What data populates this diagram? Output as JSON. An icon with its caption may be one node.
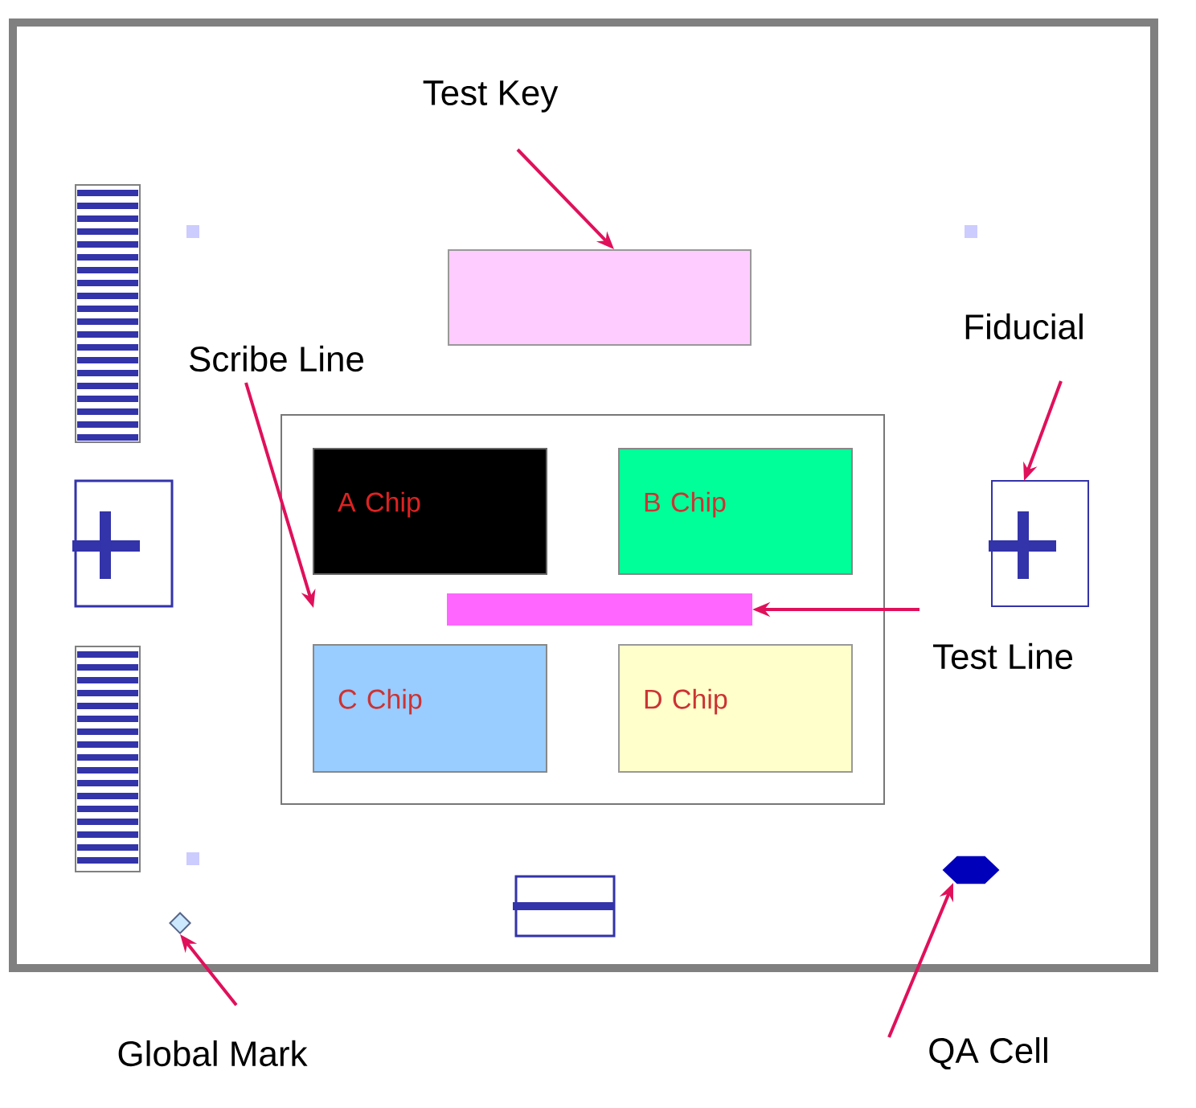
{
  "diagram": {
    "nodes": [
      {
        "text": [
          "Test Key"
        ]
      },
      {
        "text": [],
        "shape": "box"
      },
      {
        "text": [
          "Scribe Line"
        ]
      },
      {
        "text": [],
        "shape": "box"
      },
      {
        "text": [
          "A Chip"
        ],
        "in": 3
      },
      {
        "text": [
          "B Chip"
        ],
        "in": 3
      },
      {
        "text": [
          "C Chip"
        ],
        "in": 3
      },
      {
        "text": [
          "D Chip"
        ],
        "in": 3
      },
      {
        "text": [],
        "shape": "bar",
        "in": 3
      },
      {
        "text": [
          "Test Line"
        ]
      },
      {
        "text": [
          "Fiducial"
        ]
      },
      {
        "text": [],
        "shape": "box"
      },
      {
        "text": [
          "Global Mark"
        ]
      },
      {
        "text": [],
        "shape": "diamond"
      },
      {
        "text": [
          "QA Cell"
        ]
      },
      {
        "text": [],
        "shape": "hexagon"
      }
    ],
    "edges": [
      {
        "from": 0,
        "to": 1,
        "arrow": "to"
      },
      {
        "from": 2,
        "to": null,
        "arrow": "to"
      },
      {
        "from": 9,
        "to": 8,
        "arrow": "to"
      },
      {
        "from": 10,
        "to": 11,
        "arrow": "to"
      },
      {
        "from": 12,
        "to": 13,
        "arrow": "to"
      },
      {
        "from": 14,
        "to": 15,
        "arrow": "to"
      }
    ]
  }
}
